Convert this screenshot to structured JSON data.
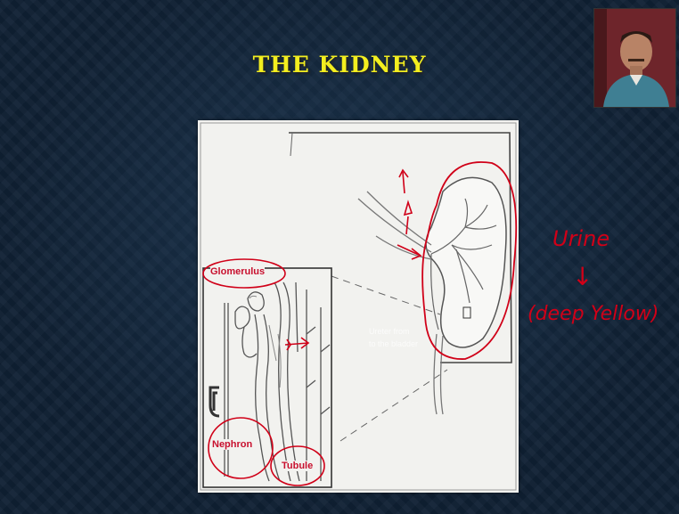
{
  "slide": {
    "title": "THE KIDNEY"
  },
  "diagram": {
    "labels": {
      "glomerulus": "Glomerulus",
      "nephron": "Nephron",
      "tubule": "Tubule"
    },
    "faint_text": {
      "line1": "Ureter from",
      "line2": "to the bladder"
    }
  },
  "annotations": {
    "urine": "Urine",
    "arrow": "↓",
    "deep_yellow": "(deep Yellow)"
  },
  "colors": {
    "title": "#f3ee1f",
    "ink": "#d00018",
    "background": "#0f2033"
  }
}
